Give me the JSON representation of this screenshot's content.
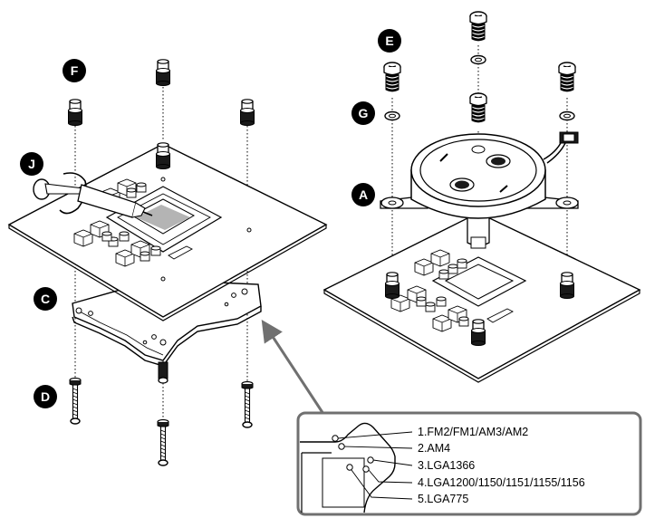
{
  "callouts": {
    "a": "A",
    "c": "C",
    "d": "D",
    "e": "E",
    "f": "F",
    "g": "G",
    "j": "J"
  },
  "detail_labels": [
    "1.FM2/FM1/AM3/AM2",
    "2.AM4",
    "3.LGA1366",
    "4.LGA1200/1150/1151/1155/1156",
    "5.LGA775"
  ],
  "colors": {
    "line": "#000000",
    "callout_fill": "#000000",
    "leader_arrow": "#707070",
    "paste": "#b4b4b4"
  }
}
